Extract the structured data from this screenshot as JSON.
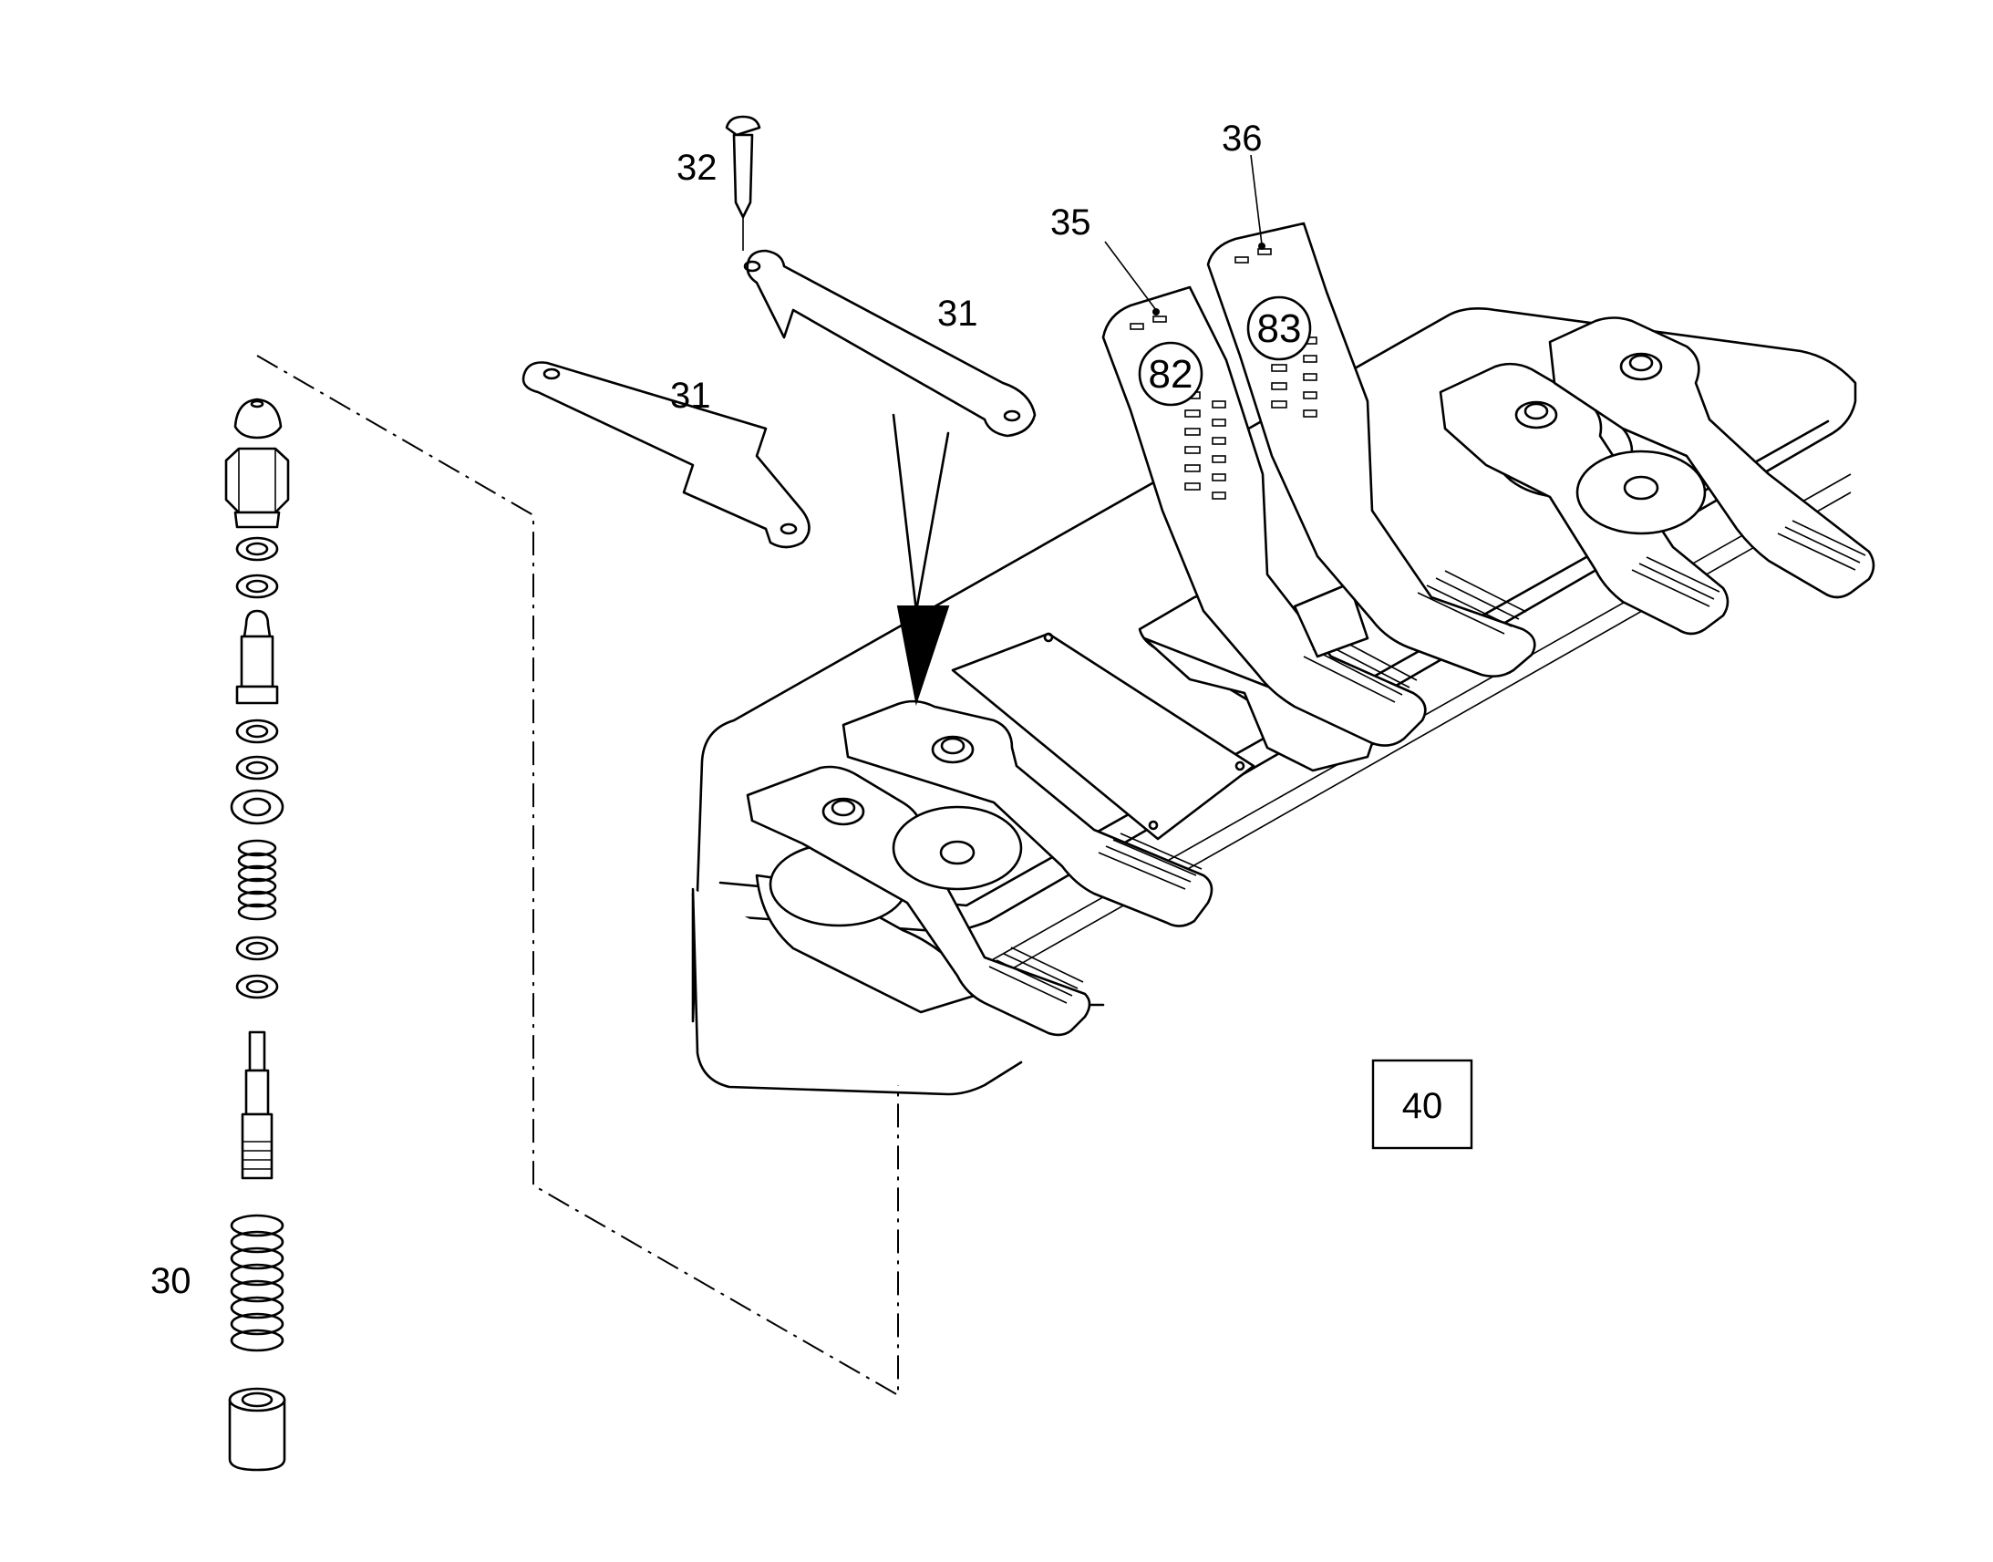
{
  "callouts": {
    "c30": "30",
    "c31a": "31",
    "c31b": "31",
    "c32": "32",
    "c35": "35",
    "c36": "36",
    "c82": "82",
    "c83": "83",
    "c40": "40"
  }
}
